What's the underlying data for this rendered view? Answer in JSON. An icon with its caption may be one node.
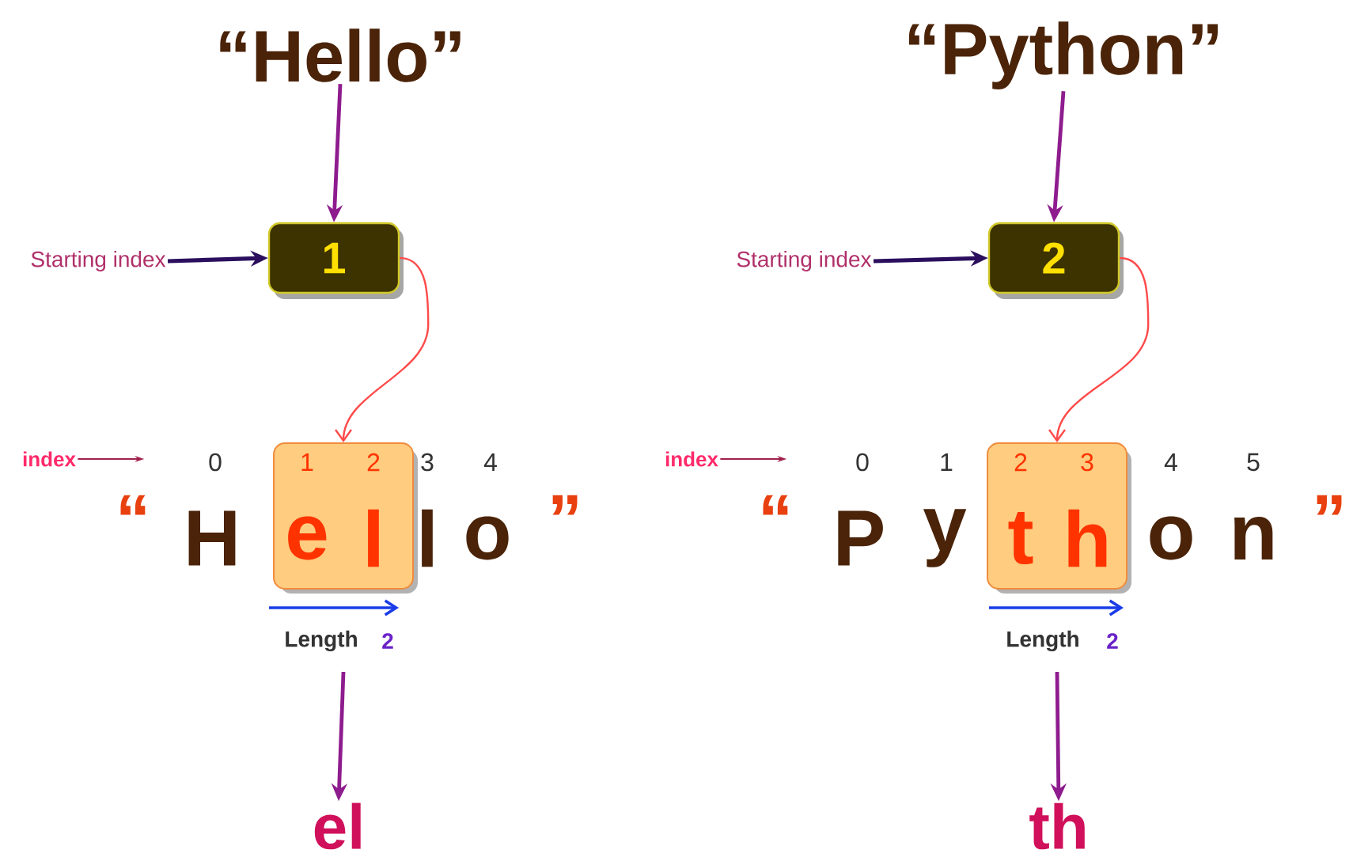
{
  "diagram": {
    "nodes": [
      {
        "text": [
          "“Hello”"
        ]
      },
      {
        "text": [
          "Starting index"
        ]
      },
      {
        "text": [
          "1"
        ]
      },
      {
        "text": [
          "index"
        ]
      },
      {
        "text": [
          "1",
          "2",
          "e",
          "l"
        ]
      },
      {
        "text": [
          "el"
        ]
      },
      {
        "text": [
          "“Python”"
        ]
      },
      {
        "text": [
          "Starting index"
        ]
      },
      {
        "text": [
          "2"
        ]
      },
      {
        "text": [
          "index"
        ]
      },
      {
        "text": [
          "2",
          "3",
          "t",
          "h"
        ]
      },
      {
        "text": [
          "th"
        ]
      }
    ],
    "edges": [
      {
        "from": 0,
        "to": 2,
        "arrow": "to"
      },
      {
        "from": 1,
        "to": 2,
        "arrow": "to",
        "color": "#2b0f5e"
      },
      {
        "from": 2,
        "to": 4,
        "arrow": "to",
        "color": "#ff4a4a"
      },
      {
        "from": 3,
        "to": null,
        "arrow": "to",
        "color": "#a0204a"
      },
      {
        "from": 4,
        "to": 5,
        "arrow": "to"
      },
      {
        "from": 6,
        "to": 8,
        "arrow": "to"
      },
      {
        "from": 7,
        "to": 8,
        "arrow": "to",
        "color": "#2b0f5e"
      },
      {
        "from": 8,
        "to": 10,
        "arrow": "to",
        "color": "#ff4a4a"
      },
      {
        "from": 9,
        "to": null,
        "arrow": "to",
        "color": "#a0204a"
      },
      {
        "from": 10,
        "to": 11,
        "arrow": "to"
      }
    ],
    "labels": [
      "0",
      "3",
      "4",
      "“",
      "H",
      "l",
      "o",
      "”",
      "Length",
      "2",
      "0",
      "1",
      "4",
      "5",
      "“",
      "P",
      "y",
      "o",
      "n",
      "”",
      "Length",
      "2"
    ]
  }
}
